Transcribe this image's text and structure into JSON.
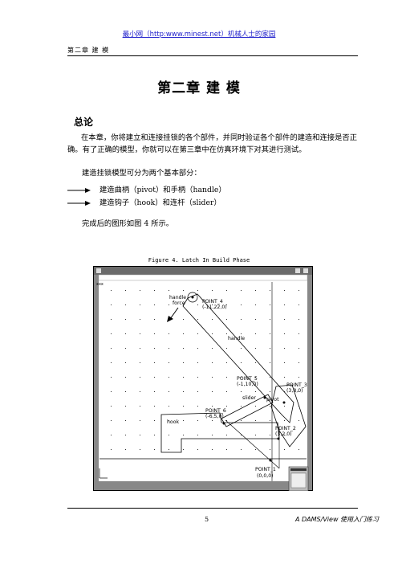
{
  "top_link": "最小网（http:www.minest.net）机械人士的家园",
  "running_header": "第二章   建   模",
  "chapter_title": "第二章    建    模",
  "section_heading": "总论",
  "paragraph1": "在本章，你将建立和连接挂锁的各个部件，并同时验证各个部件的建造和连接是否正确。有了正确的模型，你就可以在第三章中在仿真环境下对其进行测试。",
  "paragraph2": "建造挂锁模型可分为两个基本部分：",
  "bullets": [
    "建造曲柄（pivot）和手柄（handle）",
    "建造钩子（hook）和连杆（slider）"
  ],
  "paragraph3": "完成后的图形如图 4 所示。",
  "figure": {
    "caption": "Figure 4. Latch In Build Phase",
    "labels": {
      "point4": "POINT_4",
      "point4_coord": "(-11,22,0)",
      "handle_force_1": "handle",
      "handle_force_2": "force",
      "handle": "handle",
      "point5": "POINT_5",
      "point5_coord": "(-1,10,0)",
      "point3": "POINT_3",
      "point3_coord": "(3,8,0)",
      "slider": "slider",
      "pivot": "pivot",
      "point6": "POINT_6",
      "point6_coord": "(-6,5,0)",
      "hook": "hook",
      "point2": "POINT_2",
      "point2_coord": "(3,2,0)",
      "point1": "POINT_1",
      "point1_coord": "(0,0,0)"
    }
  },
  "page_number": "5",
  "footer": "A DAMS/View 使用入门练习"
}
